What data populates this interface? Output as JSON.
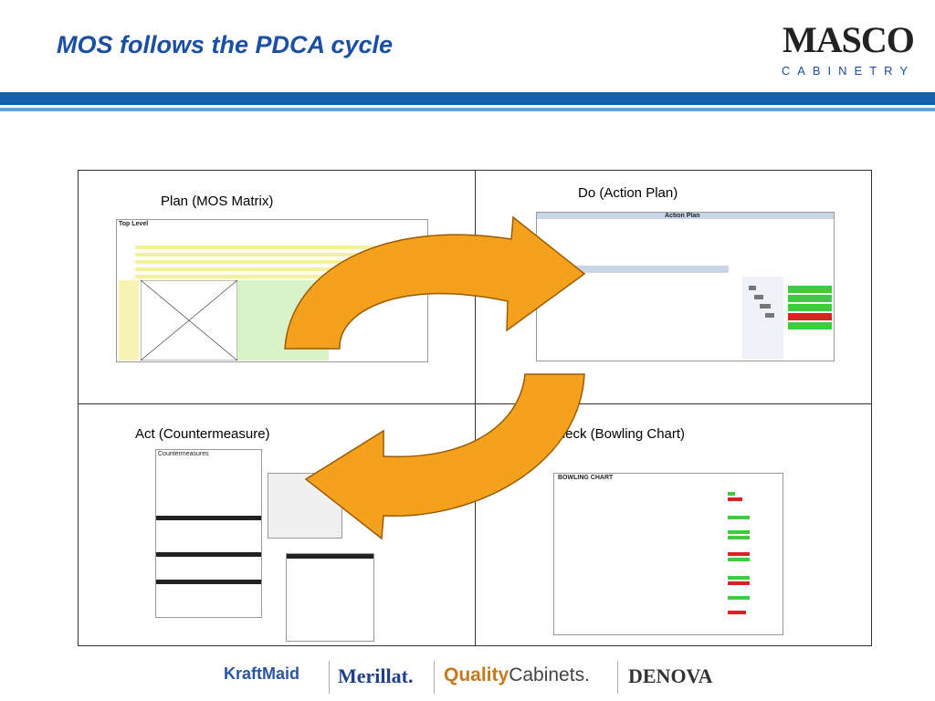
{
  "slide": {
    "title": "MOS follows the PDCA cycle"
  },
  "logo": {
    "main": "MASCO",
    "sub": "CABINETRY"
  },
  "quadrants": {
    "plan": {
      "label": "Plan (MOS Matrix)",
      "thumb_caption": "Top Level"
    },
    "do": {
      "label": "Do (Action Plan)",
      "thumb_caption": "Action Plan"
    },
    "act": {
      "label": "Act (Countermeasure)",
      "thumb_caption": "Countermeasures"
    },
    "check": {
      "label": "Check (Bowling Chart)",
      "thumb_caption": "BOWLING CHART"
    }
  },
  "brands": [
    {
      "name": "KraftMaid"
    },
    {
      "name": "Merillat."
    },
    {
      "name_bold": "Quality",
      "name_rest": "Cabinets."
    },
    {
      "name": "DENOVA"
    }
  ],
  "colors": {
    "title": "#1a4fa3",
    "band": "#1560aa",
    "arrow": "#f4a21e",
    "arrow_stroke": "#9c5a00"
  }
}
